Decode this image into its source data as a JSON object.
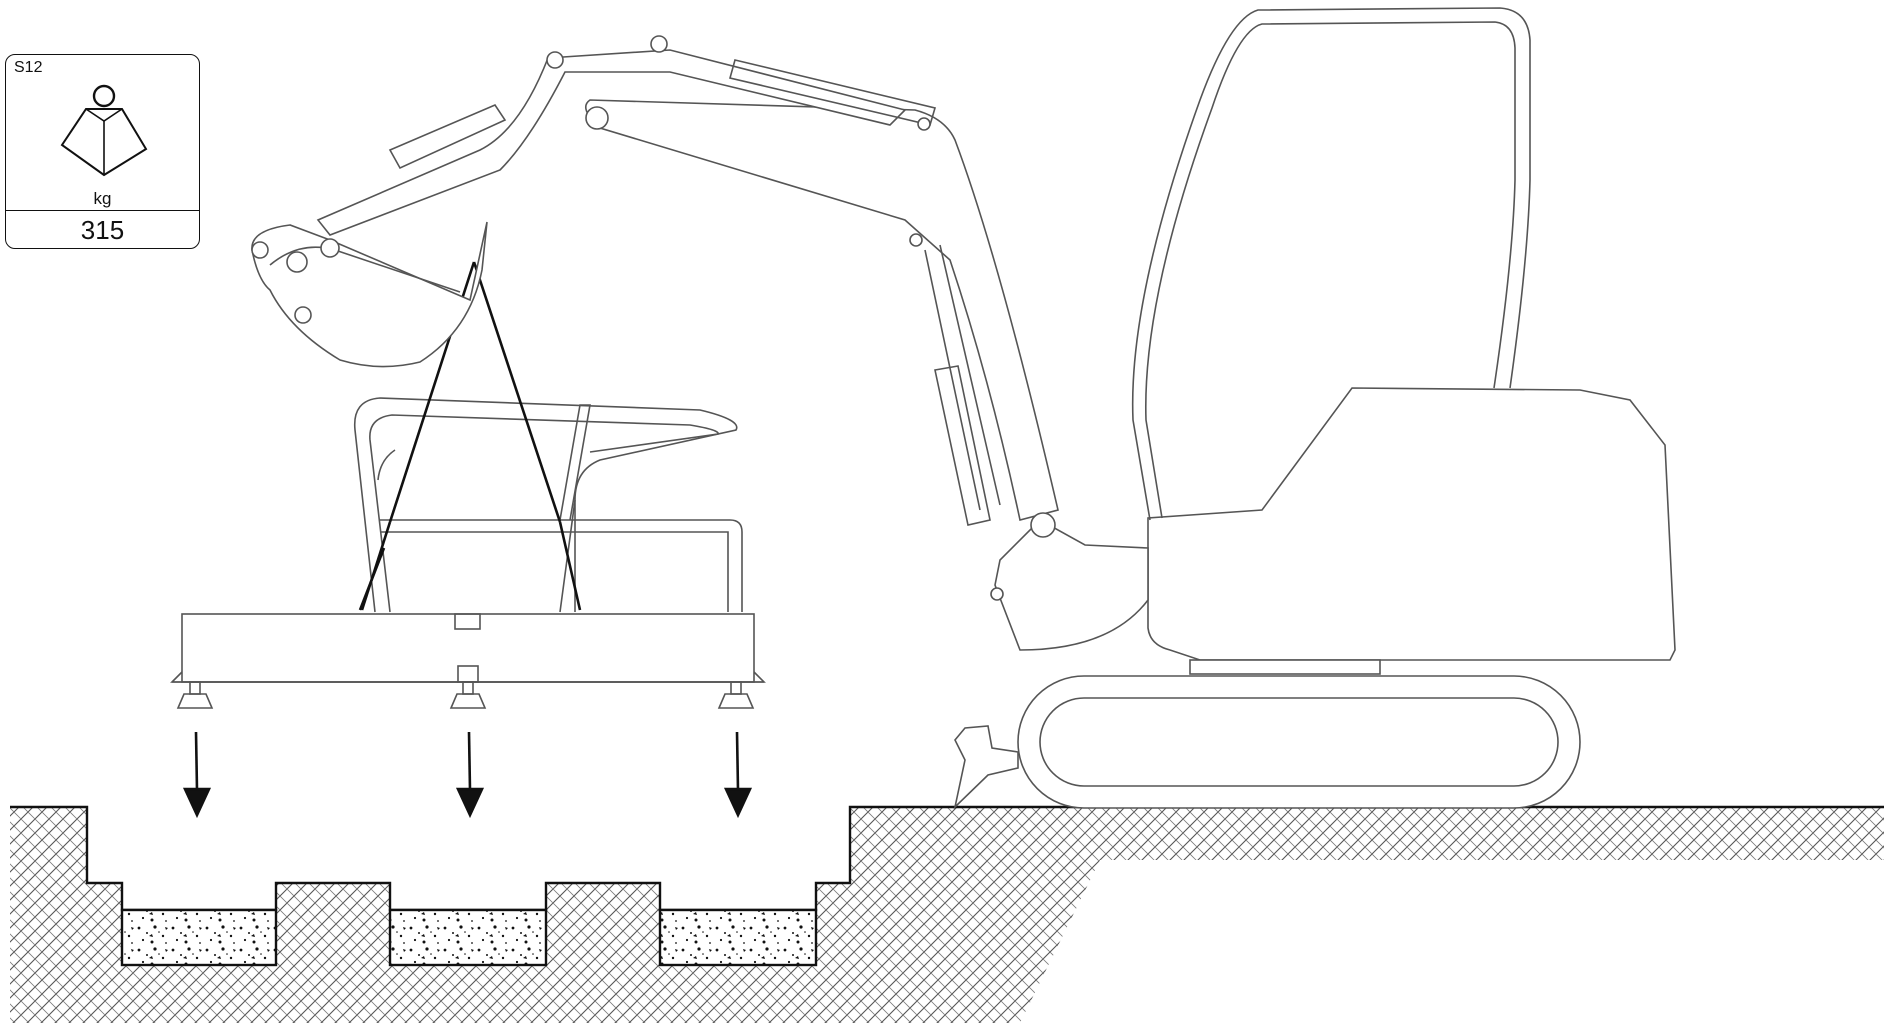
{
  "weight_badge": {
    "code": "S12",
    "icon": "weight-icon",
    "unit": "kg",
    "value": "315"
  },
  "scene": {
    "machine": "mini-excavator",
    "load": "hot-tub-frame",
    "footings": 3,
    "arrow_direction": "down"
  },
  "colors": {
    "line": "#111111",
    "outline": "#555555",
    "soil_hatch": "#444444",
    "background": "#ffffff"
  }
}
